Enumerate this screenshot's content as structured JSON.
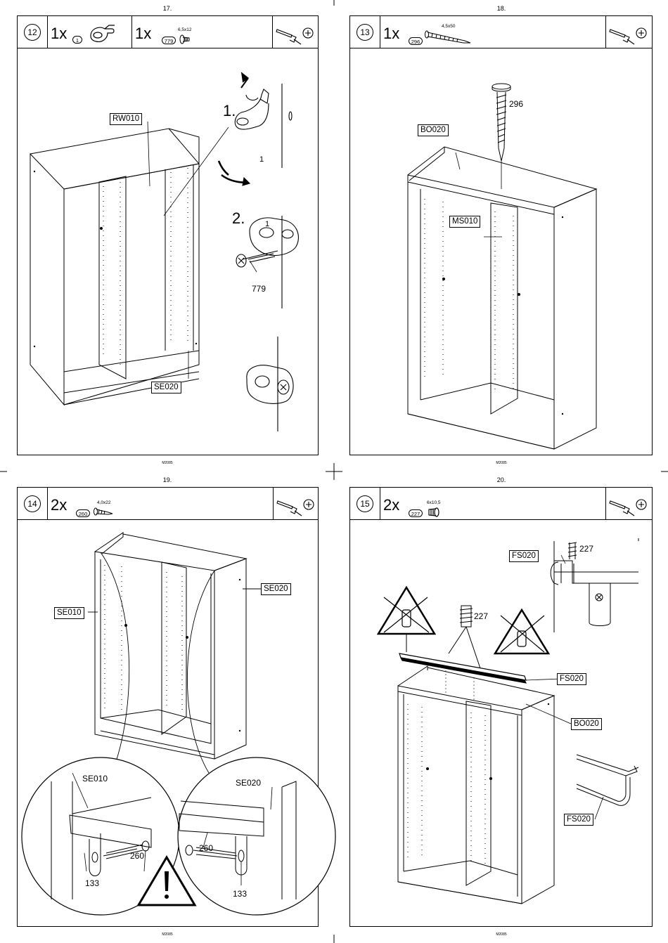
{
  "pages": [
    {
      "page_number": "17.",
      "code": "M2085",
      "step": "12",
      "parts": [
        {
          "qty": "1x",
          "part": "1",
          "spec": ""
        },
        {
          "qty": "1x",
          "part": "779",
          "spec": "6,5x12"
        }
      ],
      "labels": [
        "RW010",
        "SE020"
      ],
      "callouts": {
        "step1": "1.",
        "step2": "2.",
        "p1a": "1",
        "p1b": "1",
        "p779": "779"
      }
    },
    {
      "page_number": "18.",
      "code": "M2085",
      "step": "13",
      "parts": [
        {
          "qty": "1x",
          "part": "296",
          "spec": "4,5x50"
        }
      ],
      "labels": [
        "BO020",
        "MS010"
      ],
      "callouts": {
        "p296": "296"
      }
    },
    {
      "page_number": "19.",
      "code": "M2085",
      "step": "14",
      "parts": [
        {
          "qty": "2x",
          "part": "260",
          "spec": "4,0x22"
        }
      ],
      "labels": [
        "SE010",
        "SE020"
      ],
      "callouts": {
        "zoomL": "SE010",
        "zoomR": "SE020",
        "p260a": "260",
        "p260b": "260",
        "p133a": "133",
        "p133b": "133"
      }
    },
    {
      "page_number": "20.",
      "code": "M2085",
      "step": "15",
      "parts": [
        {
          "qty": "2x",
          "part": "227",
          "spec": "6x10,5"
        }
      ],
      "labels": [
        "FS020",
        "FS020",
        "BO020",
        "FS020"
      ],
      "callouts": {
        "p227a": "227",
        "p227b": "227"
      }
    }
  ],
  "icons": [
    "screwdriver-icon",
    "screw-head-icon",
    "warning-triangle-icon",
    "prohibited-triangle-icon",
    "circled-step-number-icon"
  ]
}
